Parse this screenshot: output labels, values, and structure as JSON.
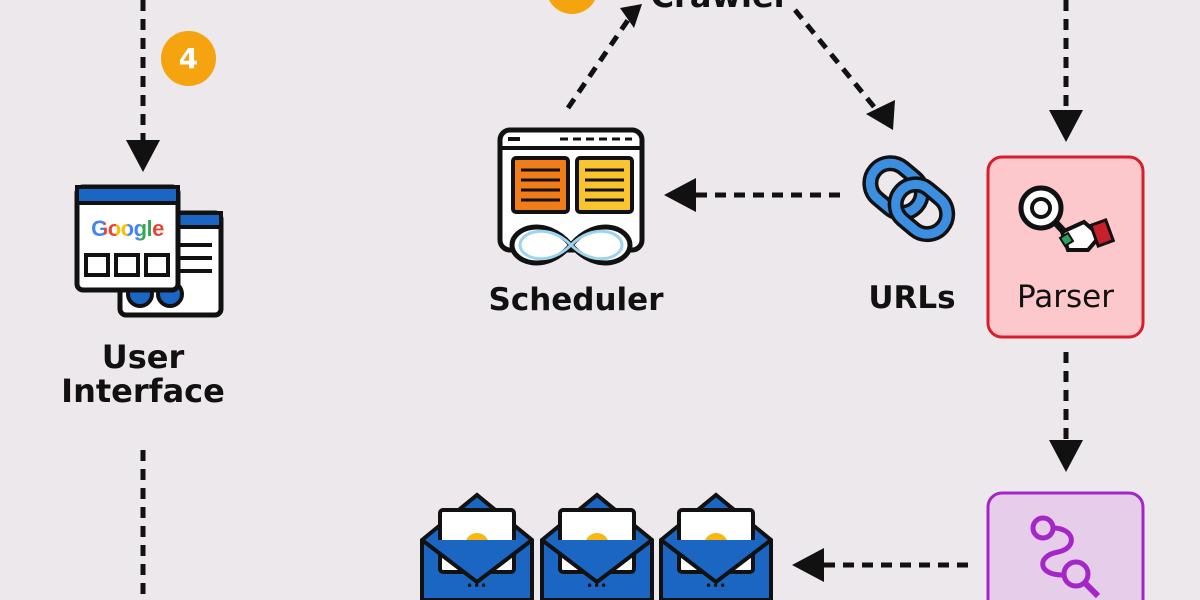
{
  "nodes": {
    "crawler": {
      "label": "Crawler"
    },
    "scheduler": {
      "label": "Scheduler"
    },
    "urls": {
      "label": "URLs"
    },
    "parser": {
      "label": "Parser"
    },
    "user_interface": {
      "label_line1": "User",
      "label_line2": "Interface"
    },
    "google_logo": {
      "text": "Google"
    }
  },
  "badges": {
    "step_4": "4"
  },
  "colors": {
    "background": "#ECE8EC",
    "badge": "#F5A30F",
    "parser_fill": "#FCC8CC",
    "parser_border": "#D81E2C",
    "purple_fill": "#E6CDEA",
    "purple_border": "#A425C8",
    "link_blue": "#3B8EE0",
    "envelope_blue": "#1A66C2",
    "scheduler_orange": "#F07C1A",
    "scheduler_yellow": "#FAC42E"
  },
  "icons": {
    "scheduler": "scheduler-window-icon",
    "urls": "chain-link-icon",
    "parser": "magnifier-hand-icon",
    "ui": "browser-windows-icon",
    "bottom_right": "route-path-icon",
    "documents": "envelope-letter-icon"
  }
}
